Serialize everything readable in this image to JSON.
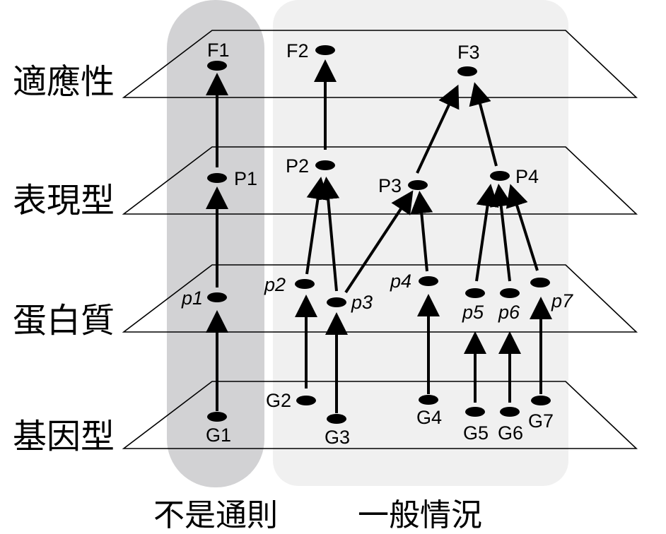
{
  "levels": {
    "fitness": "適應性",
    "phenotype": "表現型",
    "protein": "蛋白質",
    "genotype": "基因型"
  },
  "groups": {
    "exception": "不是通則",
    "general": "一般情況"
  },
  "nodes": {
    "F1": "F1",
    "F2": "F2",
    "F3": "F3",
    "P1": "P1",
    "P2": "P2",
    "P3": "P3",
    "P4": "P4",
    "p1": "p1",
    "p2": "p2",
    "p3": "p3",
    "p4": "p4",
    "p5": "p5",
    "p6": "p6",
    "p7": "p7",
    "G1": "G1",
    "G2": "G2",
    "G3": "G3",
    "G4": "G4",
    "G5": "G5",
    "G6": "G6",
    "G7": "G7"
  },
  "colors": {
    "exception_band": "#d2d2d4",
    "general_band": "#f0f0f0",
    "ink": "#000000"
  }
}
